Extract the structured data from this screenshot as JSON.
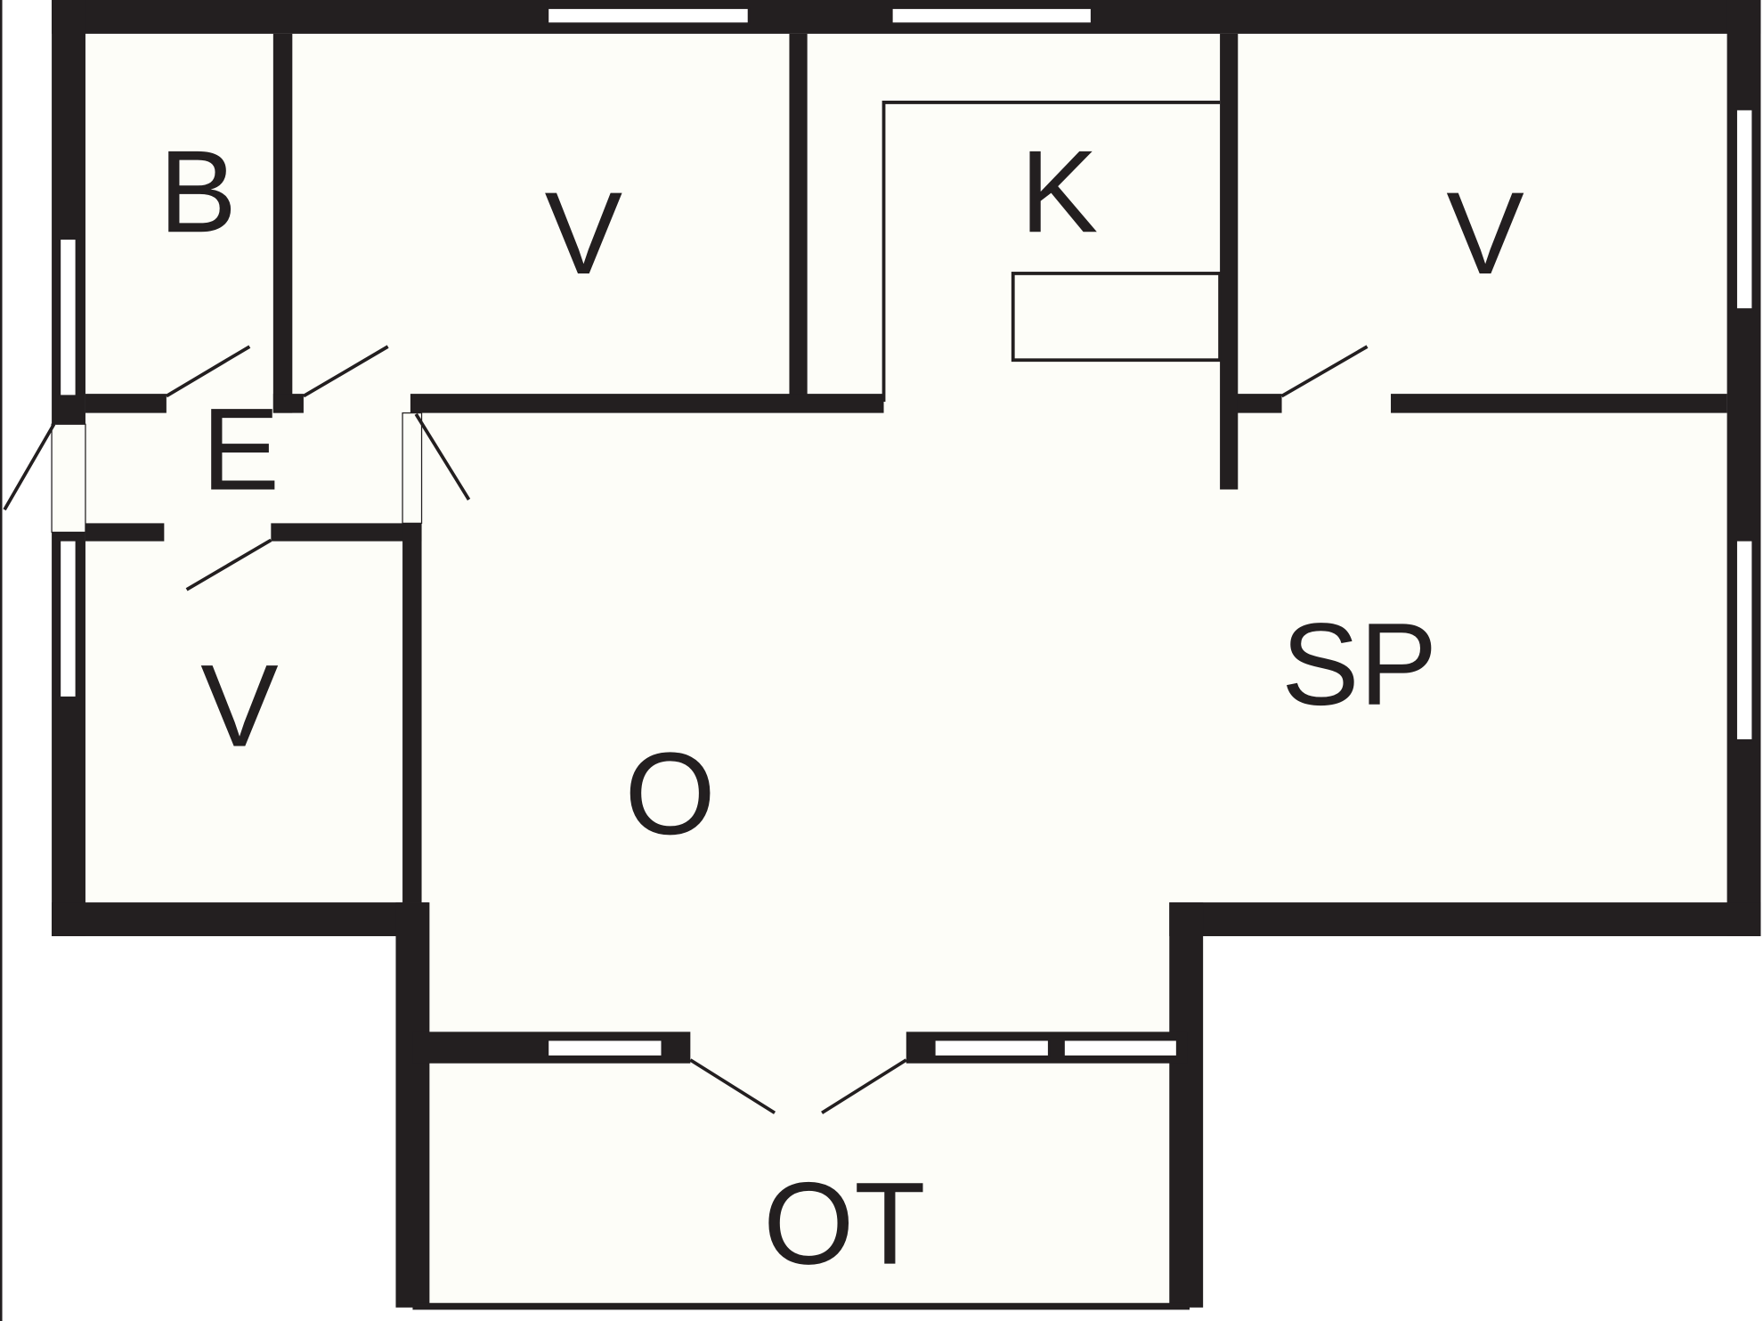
{
  "rooms": {
    "bath": "B",
    "bedroom_top_left": "V",
    "kitchen": "K",
    "bedroom_top_right": "V",
    "entry": "E",
    "bedroom_left": "V",
    "dining": "SP",
    "living": "O",
    "terrace": "OT"
  },
  "colors": {
    "wall": "#231f20",
    "floor": "#fdfdf8"
  }
}
